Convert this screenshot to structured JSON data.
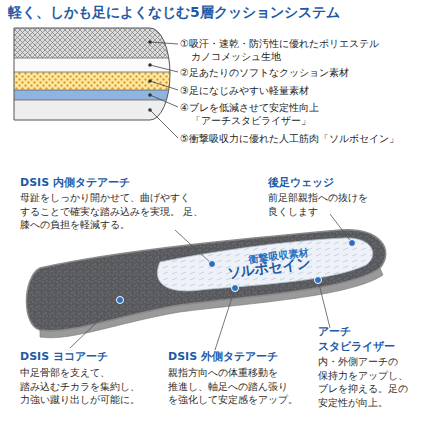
{
  "diagram": {
    "title": "軽く、しかも足によくなじむ5層クッションシステム",
    "nodes": [
      {
        "text": [
          "衝撃吸収素材",
          "ソルボセイン"
        ]
      }
    ],
    "labels": [
      "①吸汗・速乾・防汚性に優れたポリエステル カノコメッシュ生地",
      "②足あたりのソフトなクッション素材",
      "③足になじみやすい軽量素材",
      "④ブレを低減させて安定性向上 「アーチスタビライザー」",
      "⑤衝撃吸収力に優れた人工筋肉「ソルボセイン」",
      "DSIS 内側タテアーチ",
      "母趾をしっかり開かせて、曲げやすく することで確実な踏み込みを実現。 足、膝への負担を軽減する。",
      "後足ウェッジ",
      "前足部親指への抜けを 良くします",
      "アーチ スタビライザー",
      "内・外側アーチの 保持力をアップし、 ブレを抑える。足の 安定性が向上。",
      "DSIS ヨコアーチ",
      "中足骨部を支えて、 踏み込むチカラを集約し、 力強い蹴り出しが可能に。",
      "DSIS 外側タテアーチ",
      "親指方向への体重移動を 推進し、軸足への踏ん張り を強化して安定感をアップ。"
    ]
  }
}
